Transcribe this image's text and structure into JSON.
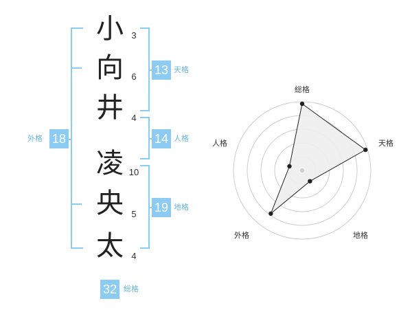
{
  "name": {
    "chars": [
      "小",
      "向",
      "井",
      "凌",
      "央",
      "太"
    ],
    "strokes": [
      "3",
      "6",
      "4",
      "10",
      "5",
      "4"
    ]
  },
  "kakusu": {
    "tenkaku": {
      "value": "13",
      "label": "天格"
    },
    "jinkaku": {
      "value": "14",
      "label": "人格"
    },
    "chikaku": {
      "value": "19",
      "label": "地格"
    },
    "gaikaku": {
      "value": "18",
      "label": "外格"
    },
    "soukaku": {
      "value": "32",
      "label": "総格"
    }
  },
  "colors": {
    "accent": "#8ccbf2",
    "accent_text": "#6ab8e8",
    "polygon_fill": "#eeeeee",
    "ring": "#cccccc"
  },
  "chart_data": {
    "type": "radar",
    "axes": [
      "総格",
      "天格",
      "地格",
      "外格",
      "人格"
    ],
    "levels": 5,
    "values": [
      5,
      5,
      1,
      4,
      1
    ],
    "range": [
      0,
      5
    ]
  }
}
